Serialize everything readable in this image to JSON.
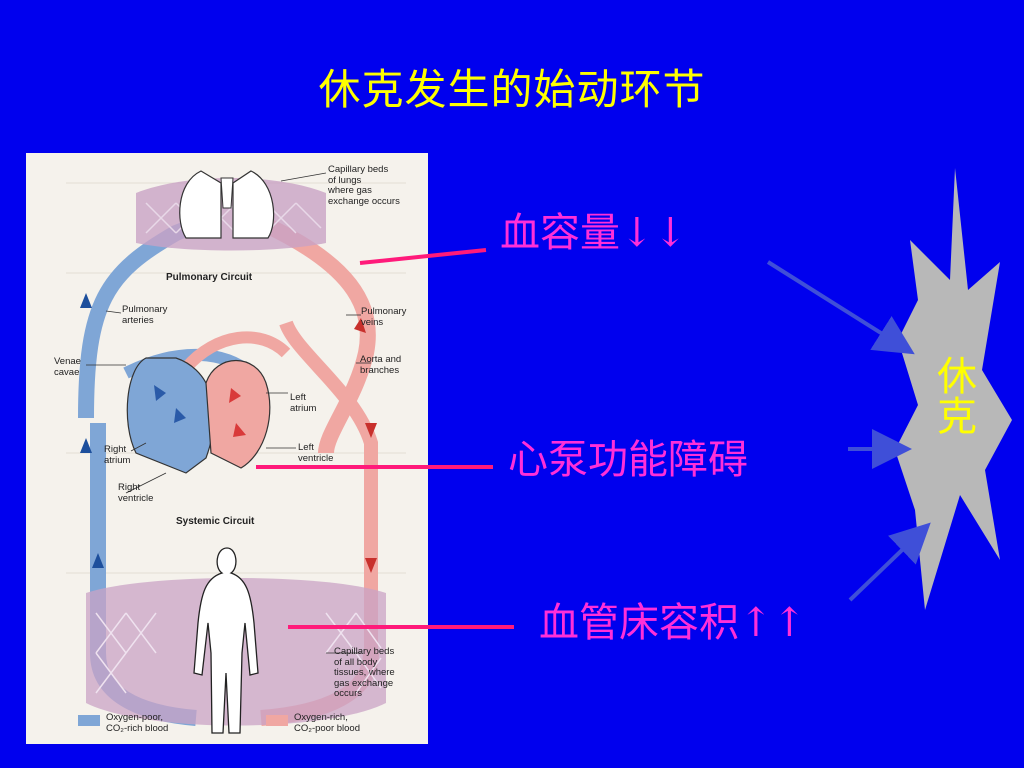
{
  "title": "休克发生的始动环节",
  "figure": {
    "labels": {
      "capillary_lungs": "Capillary beds\nof lungs\nwhere gas\nexchange occurs",
      "pulmonary_circuit": "Pulmonary Circuit",
      "pulmonary_arteries": "Pulmonary\narteries",
      "pulmonary_veins": "Pulmonary\nveins",
      "venae_cavae": "Venae\ncavae",
      "aorta": "Aorta and\nbranches",
      "left_atrium": "Left\natrium",
      "right_atrium": "Right\natrium",
      "left_ventricle": "Left\nventricle",
      "right_ventricle": "Right\nventricle",
      "systemic_circuit": "Systemic Circuit",
      "capillary_body": "Capillary beds\nof all body\ntissues, where\ngas exchange\noccurs",
      "legend_poor": "Oxygen-poor,\nCO₂-rich blood",
      "legend_rich": "Oxygen-rich,\nCO₂-poor blood"
    },
    "colors": {
      "oxygen_poor": "#7fa6d6",
      "oxygen_rich": "#f0a7a2"
    }
  },
  "causes": {
    "blood_volume": "血容量↓↓",
    "cardiac_dysfunction": "心泵功能障碍",
    "vascular_bed": "血管床容积↑↑"
  },
  "result": "休克",
  "colors": {
    "background": "#0000ee",
    "title": "#ffff00",
    "cause_text": "#ff2fd8",
    "connector": "#ff1a7a",
    "burst": "#b8b8b8",
    "arrow": "#3f4fd8"
  }
}
